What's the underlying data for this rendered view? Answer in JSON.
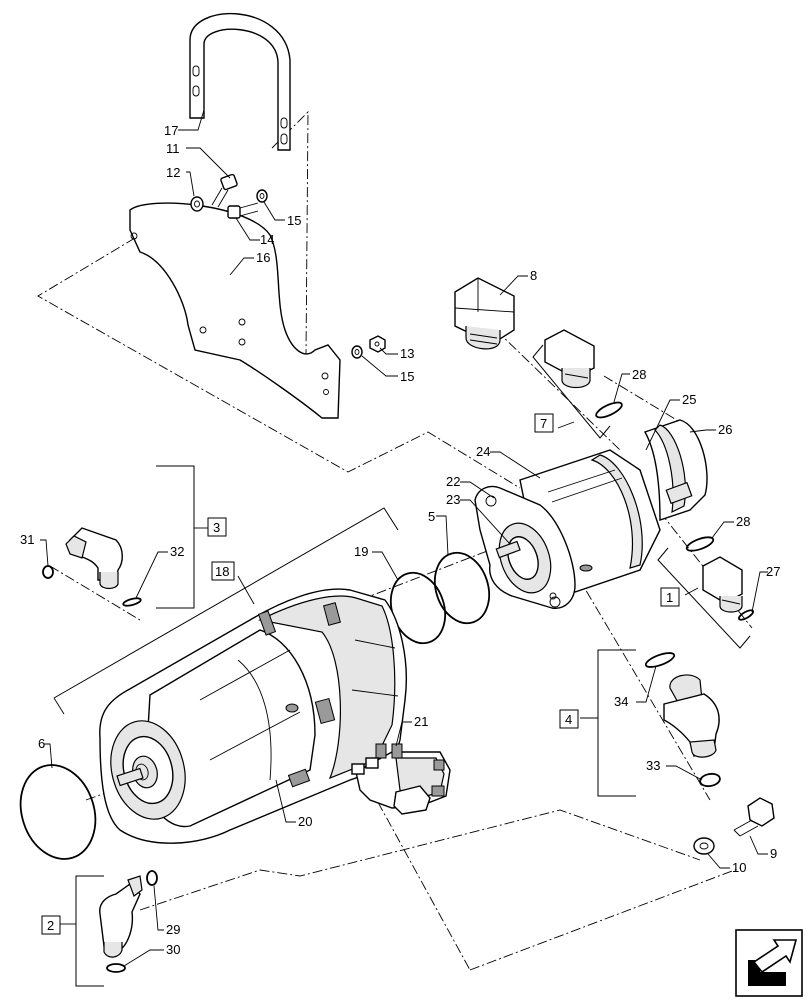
{
  "callouts": {
    "c17": "17",
    "c11": "11",
    "c12": "12",
    "c14": "14",
    "c15a": "15",
    "c16": "16",
    "c13": "13",
    "c15b": "15",
    "c8": "8",
    "c28a": "28",
    "c7": "7",
    "c25": "25",
    "c26": "26",
    "c24": "24",
    "c22": "22",
    "c23": "23",
    "c5": "5",
    "c19": "19",
    "c3": "3",
    "c31": "31",
    "c32": "32",
    "c18": "18",
    "c28b": "28",
    "c27": "27",
    "c1": "1",
    "c4": "4",
    "c34": "34",
    "c33": "33",
    "c21": "21",
    "c20": "20",
    "c6": "6",
    "c9": "9",
    "c10": "10",
    "c2": "2",
    "c29": "29",
    "c30": "30"
  },
  "nav_icon": "next-page-arrow-icon"
}
